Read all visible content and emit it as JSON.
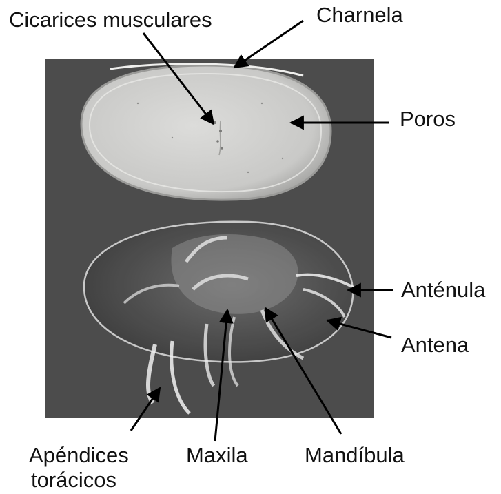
{
  "labels": {
    "muscle_scars": "Cicarices musculares",
    "hinge": "Charnela",
    "pores": "Poros",
    "antennule": "Anténula",
    "antenna": "Antena",
    "thoracic_appendages_line1": "Apéndices",
    "thoracic_appendages_line2": "torácicos",
    "maxilla": "Maxila",
    "mandible": "Mandíbula"
  },
  "colors": {
    "background": "#ffffff",
    "photo_backdrop": "#4c4c4c",
    "shell_fill": "#d2d2d0",
    "arrow": "#000000",
    "text": "#111111"
  }
}
